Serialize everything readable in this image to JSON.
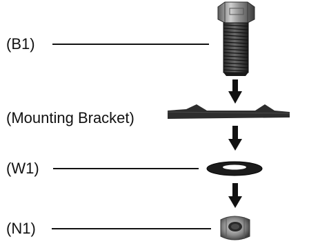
{
  "labels": {
    "b1": "(B1)",
    "bracket": "(Mounting Bracket)",
    "w1": "(W1)",
    "n1": "(N1)"
  },
  "colors": {
    "line": "#111111",
    "arrow": "#111111",
    "bracket": "#2a2a2a",
    "washer": "#1a1a1a",
    "bolt_light": "#9a9a9a",
    "bolt_dark": "#1e1e1e",
    "nut": "#8a8a8a"
  },
  "parts": [
    {
      "id": "B1",
      "icon": "hex-bolt-icon"
    },
    {
      "id": "Mounting Bracket",
      "icon": "bracket-icon"
    },
    {
      "id": "W1",
      "icon": "washer-icon"
    },
    {
      "id": "N1",
      "icon": "lock-nut-icon"
    }
  ]
}
